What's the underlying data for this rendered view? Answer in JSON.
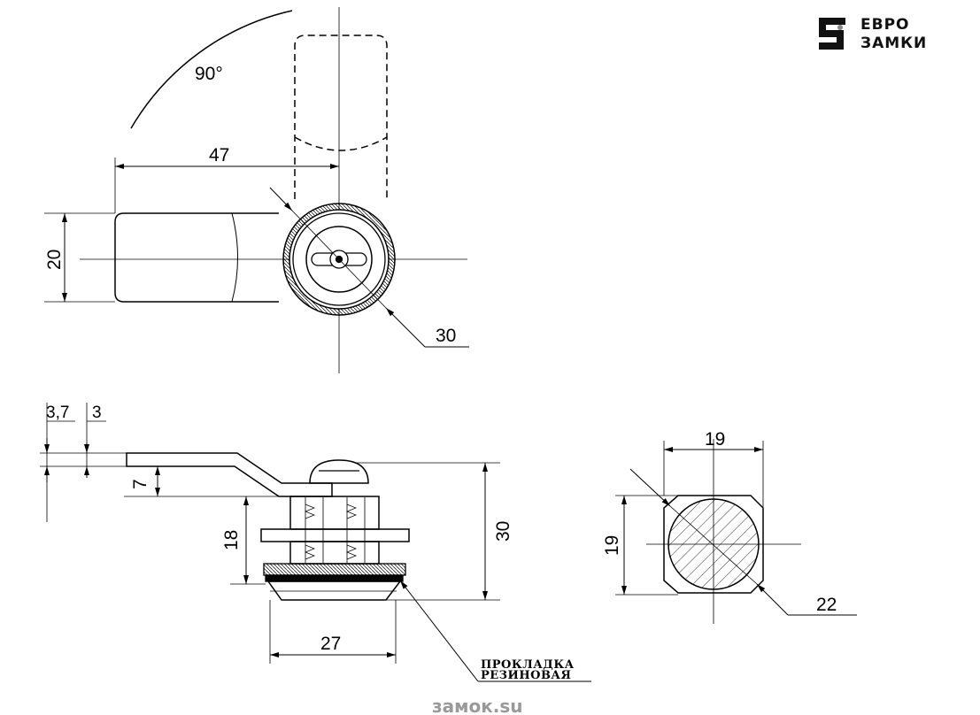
{
  "logo": {
    "line1": "ЕВРО",
    "line2": "ЗАМКИ"
  },
  "top_view": {
    "angle_label": "90°",
    "dim_length": "47",
    "dim_width": "20",
    "dim_diameter": "30"
  },
  "side_view": {
    "dim_offset_a": "3,7",
    "dim_offset_b": "3",
    "dim_step": "7",
    "dim_body": "18",
    "dim_total": "30",
    "dim_bezel": "27",
    "gasket_label_1": "ПРОКЛАДКА",
    "gasket_label_2": "РЕЗИНОВАЯ"
  },
  "end_view": {
    "dim_width": "19",
    "dim_height": "19",
    "dim_diag": "22"
  },
  "watermark": "замок.su"
}
